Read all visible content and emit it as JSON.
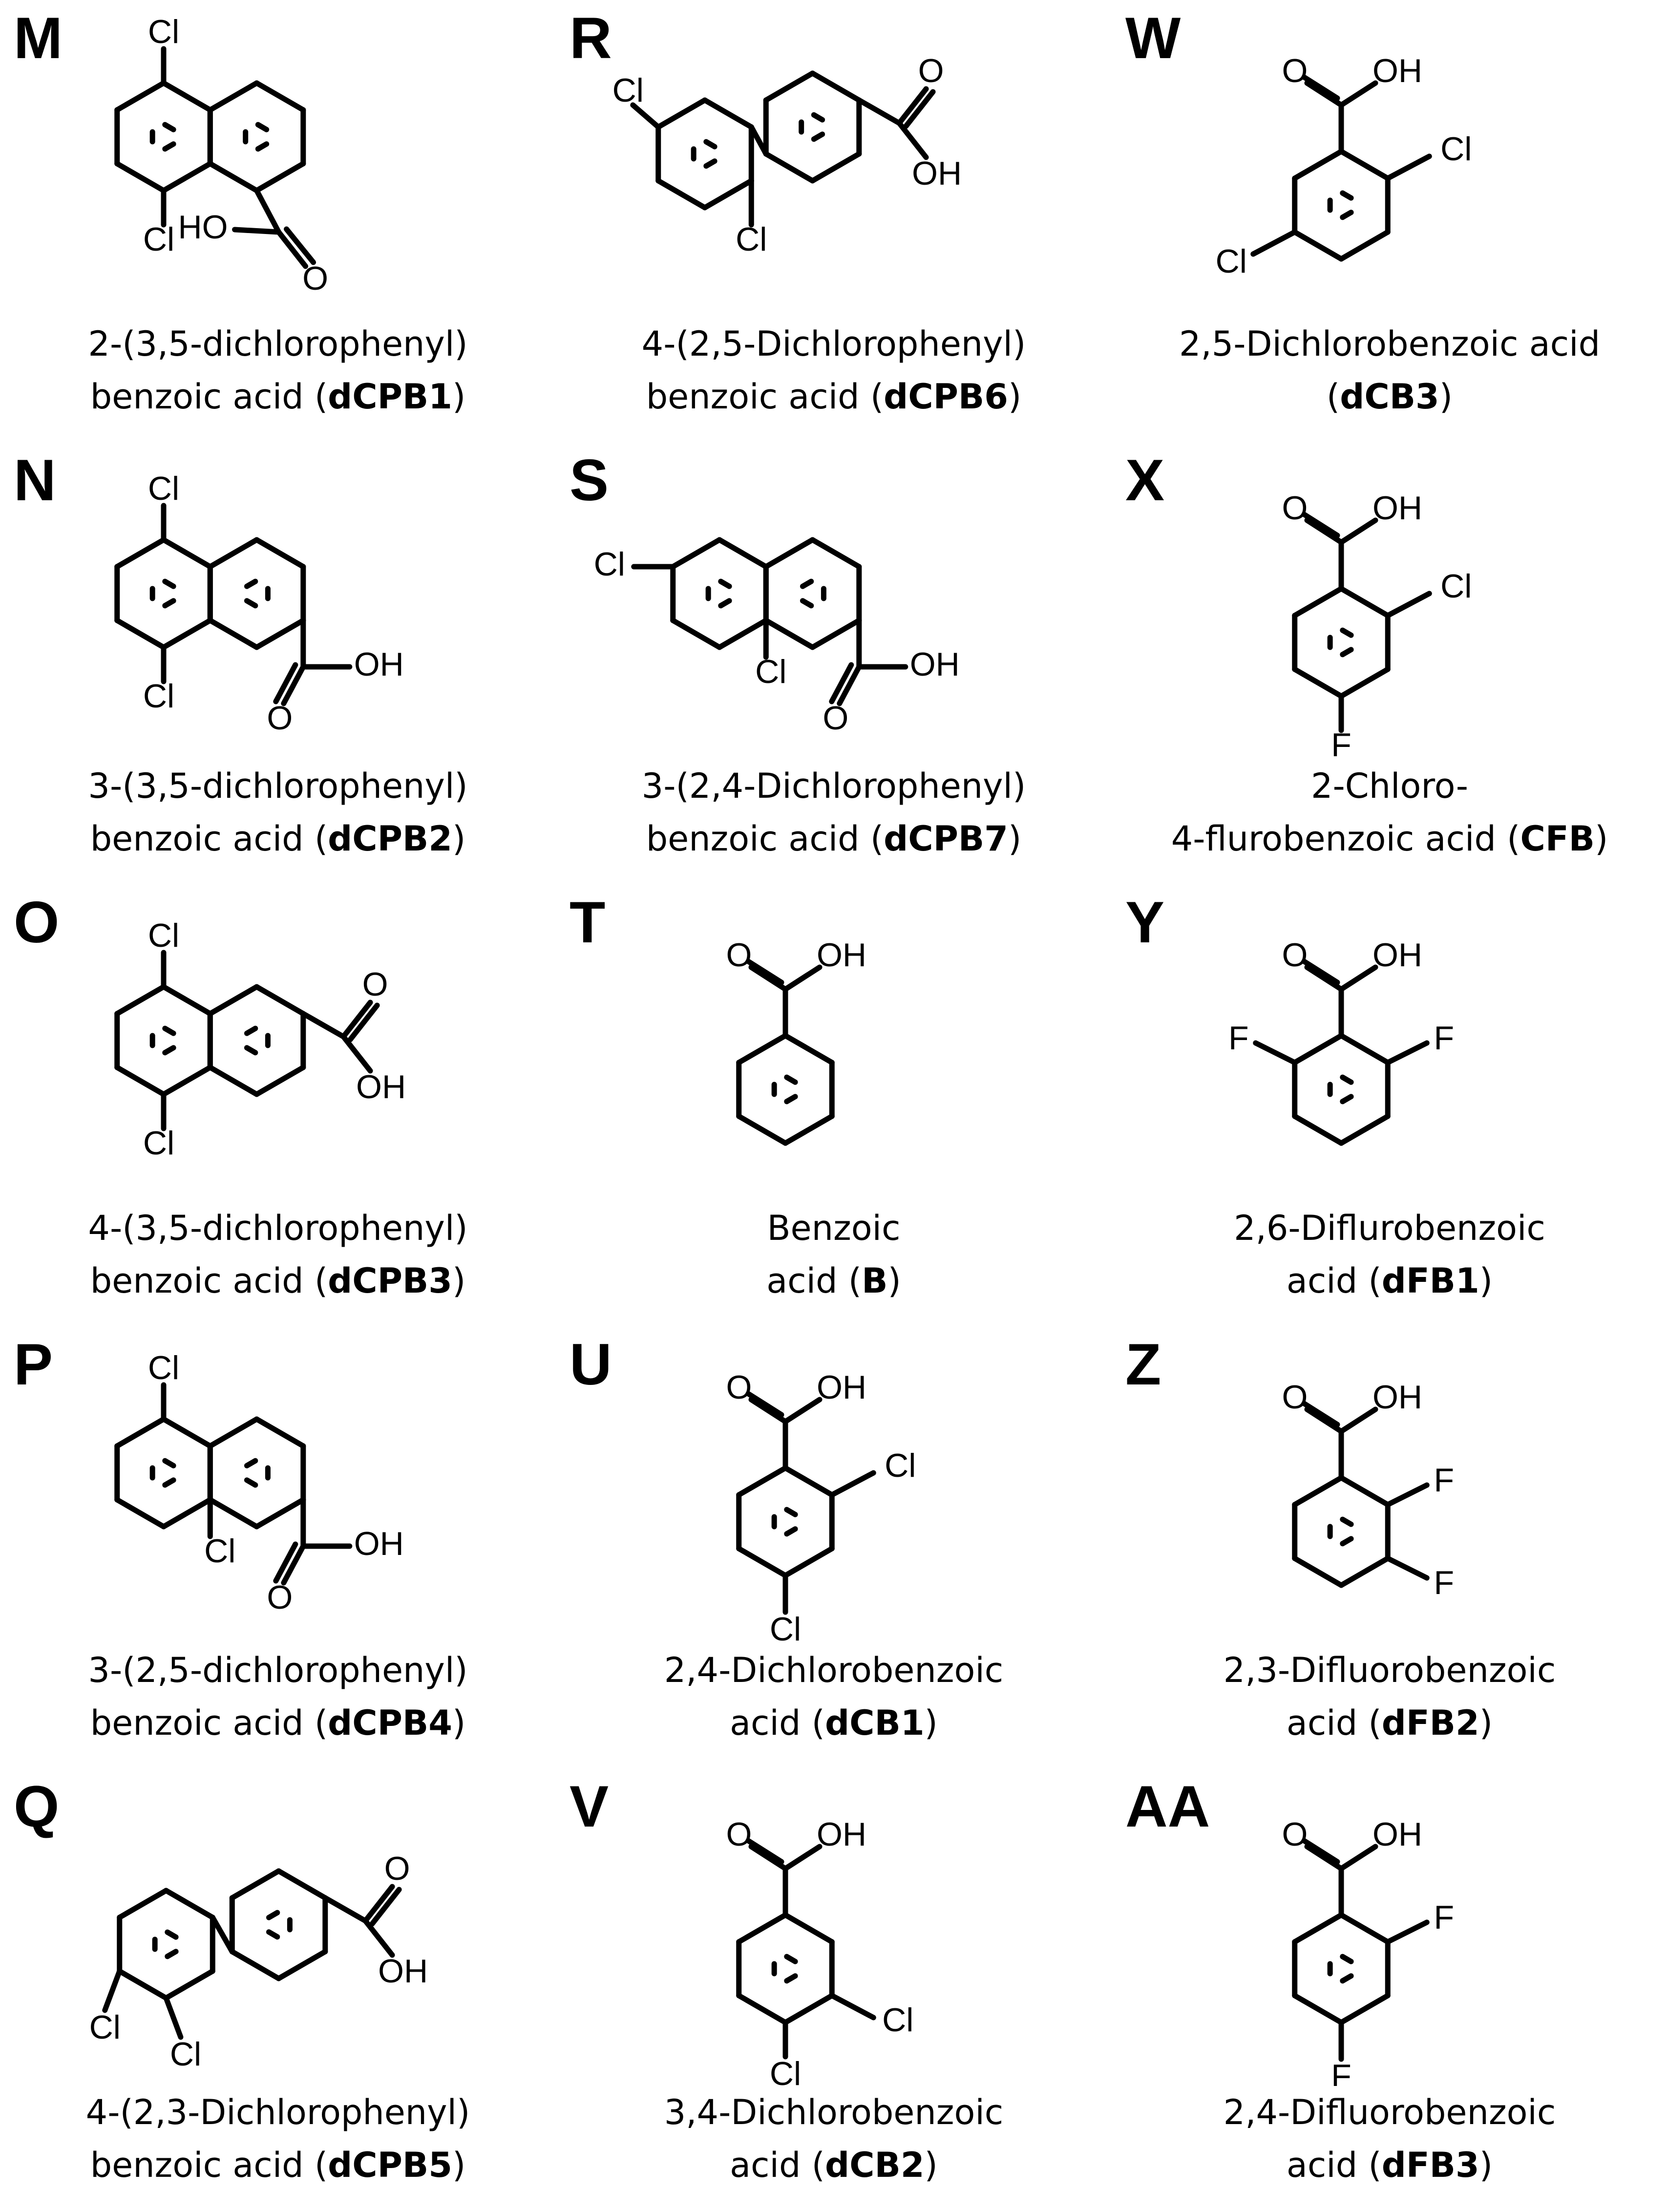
{
  "panels": [
    {
      "letter": "M",
      "line1": "2-(3,5-dichlorophenyl)",
      "line2_pre": "benzoic acid (",
      "code": "dCPB1",
      "line2_post": ")",
      "atoms": {
        "cl_a": "Cl",
        "cl_b": "Cl",
        "ho": "HO",
        "o": "O"
      }
    },
    {
      "letter": "R",
      "line1": "4-(2,5-Dichlorophenyl)",
      "line2_pre": "benzoic acid (",
      "code": "dCPB6",
      "line2_post": ")",
      "atoms": {
        "cl_a": "Cl",
        "cl_b": "Cl",
        "o": "O",
        "oh": "OH"
      }
    },
    {
      "letter": "W",
      "line1": "2,5-Dichlorobenzoic acid",
      "line2_pre": "(",
      "code": "dCB3",
      "line2_post": ")",
      "atoms": {
        "o": "O",
        "oh": "OH",
        "cl_a": "Cl",
        "cl_b": "Cl"
      }
    },
    {
      "letter": "N",
      "line1": "3-(3,5-dichlorophenyl)",
      "line2_pre": "benzoic acid (",
      "code": "dCPB2",
      "line2_post": ")",
      "atoms": {
        "cl_a": "Cl",
        "cl_b": "Cl",
        "o": "O",
        "oh": "OH"
      }
    },
    {
      "letter": "S",
      "line1": "3-(2,4-Dichlorophenyl)",
      "line2_pre": "benzoic acid (",
      "code": "dCPB7",
      "line2_post": ")",
      "atoms": {
        "cl_a": "Cl",
        "cl_b": "Cl",
        "o": "O",
        "oh": "OH"
      }
    },
    {
      "letter": "X",
      "line1": "2-Chloro-",
      "line2_pre": "4-flurobenzoic acid (",
      "code": "CFB",
      "line2_post": ")",
      "atoms": {
        "o": "O",
        "oh": "OH",
        "cl_a": "Cl",
        "f_a": "F"
      }
    },
    {
      "letter": "O",
      "line1": "4-(3,5-dichlorophenyl)",
      "line2_pre": "benzoic acid (",
      "code": "dCPB3",
      "line2_post": ")",
      "atoms": {
        "cl_a": "Cl",
        "cl_b": "Cl",
        "o": "O",
        "oh": "OH"
      }
    },
    {
      "letter": "T",
      "line1": "Benzoic",
      "line2_pre": "acid (",
      "code": "B",
      "line2_post": ")",
      "atoms": {
        "o": "O",
        "oh": "OH"
      }
    },
    {
      "letter": "Y",
      "line1": "2,6-Diflurobenzoic",
      "line2_pre": "acid (",
      "code": "dFB1",
      "line2_post": ")",
      "atoms": {
        "o": "O",
        "oh": "OH",
        "f_a": "F",
        "f_b": "F"
      }
    },
    {
      "letter": "P",
      "line1": "3-(2,5-dichlorophenyl)",
      "line2_pre": "benzoic acid (",
      "code": "dCPB4",
      "line2_post": ")",
      "atoms": {
        "cl_a": "Cl",
        "cl_b": "Cl",
        "o": "O",
        "oh": "OH"
      }
    },
    {
      "letter": "U",
      "line1": "2,4-Dichlorobenzoic",
      "line2_pre": "acid (",
      "code": "dCB1",
      "line2_post": ")",
      "atoms": {
        "o": "O",
        "oh": "OH",
        "cl_a": "Cl",
        "cl_b": "Cl"
      }
    },
    {
      "letter": "Z",
      "line1": "2,3-Difluorobenzoic",
      "line2_pre": "acid (",
      "code": "dFB2",
      "line2_post": ")",
      "atoms": {
        "o": "O",
        "oh": "OH",
        "f_a": "F",
        "f_b": "F"
      }
    },
    {
      "letter": "Q",
      "line1": "4-(2,3-Dichlorophenyl)",
      "line2_pre": "benzoic acid (",
      "code": "dCPB5",
      "line2_post": ")",
      "atoms": {
        "cl_a": "Cl",
        "cl_b": "Cl",
        "o": "O",
        "oh": "OH"
      }
    },
    {
      "letter": "V",
      "line1": "3,4-Dichlorobenzoic",
      "line2_pre": "acid (",
      "code": "dCB2",
      "line2_post": ")",
      "atoms": {
        "o": "O",
        "oh": "OH",
        "cl_a": "Cl",
        "cl_b": "Cl"
      }
    },
    {
      "letter": "AA",
      "line1": "2,4-Difluorobenzoic",
      "line2_pre": "acid (",
      "code": "dFB3",
      "line2_post": ")",
      "atoms": {
        "o": "O",
        "oh": "OH",
        "f_a": "F",
        "f_b": "F"
      }
    }
  ]
}
